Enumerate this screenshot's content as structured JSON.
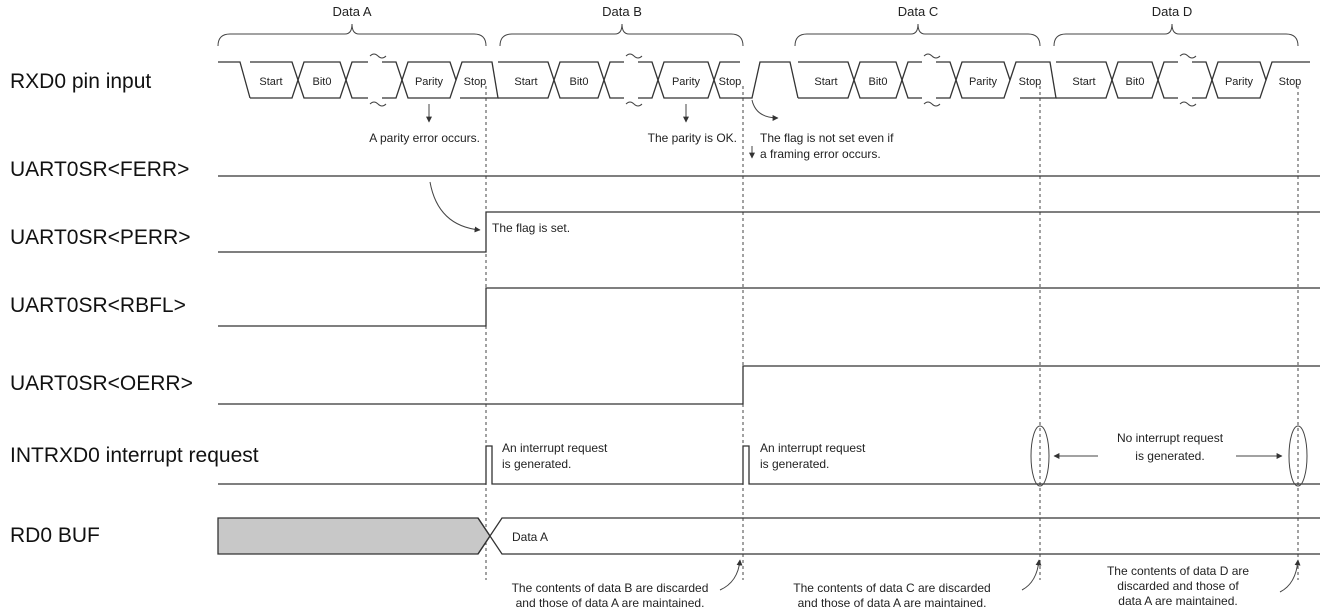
{
  "signals": {
    "rxd0": "RXD0 pin input",
    "ferr": "UART0SR<FERR>",
    "perr": "UART0SR<PERR>",
    "rbfl": "UART0SR<RBFL>",
    "oerr": "UART0SR<OERR>",
    "intrxd0": "INTRXD0 interrupt request",
    "rd0buf": "RD0 BUF"
  },
  "frames": {
    "a": "Data A",
    "b": "Data B",
    "c": "Data C",
    "d": "Data D"
  },
  "bits": {
    "start": "Start",
    "bit0": "Bit0",
    "parity": "Parity",
    "stop": "Stop"
  },
  "annotations": {
    "parity_error": "A parity error occurs.",
    "parity_ok": "The parity is OK.",
    "flag_not_set_1": "The flag is not set even if",
    "flag_not_set_2": "a framing error occurs.",
    "flag_set": "The flag is set.",
    "intr_gen_1": "An interrupt request",
    "intr_gen_2": "is generated.",
    "no_intr_1": "No interrupt request",
    "no_intr_2": "is generated.",
    "buf_value": "Data A",
    "discard_b_1": "The contents of data B are discarded",
    "discard_b_2": "and those of data A are maintained.",
    "discard_c_1": "The contents of data C are discarded",
    "discard_c_2": "and those of data A are maintained.",
    "discard_d_1": "The contents of data D are",
    "discard_d_2": "discarded and those of",
    "discard_d_3": "data A are maintained."
  }
}
